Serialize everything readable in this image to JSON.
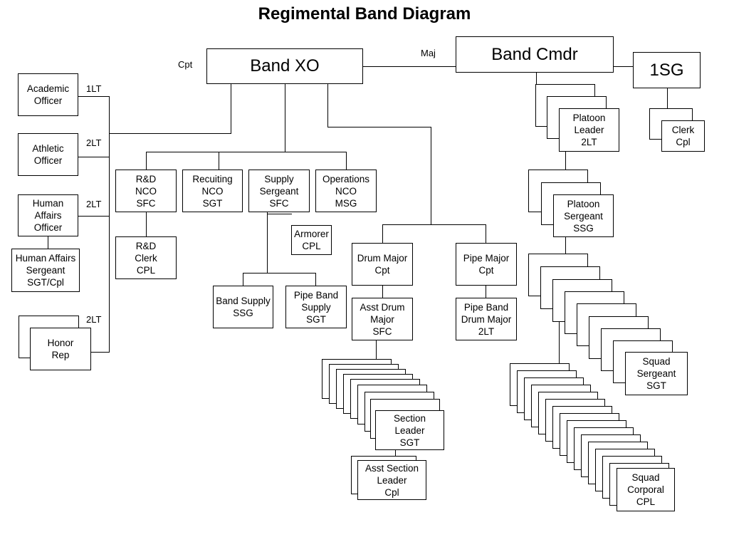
{
  "title": "Regimental Band Diagram",
  "nodes": {
    "band_cmdr": "Band Cmdr",
    "band_xo": "Band XO",
    "first_sg": "1SG",
    "clerk": "Clerk\nCpl",
    "academic_officer": "Academic\nOfficer",
    "athletic_officer": "Athletic\nOfficer",
    "human_affairs_officer": "Human\nAffairs\nOfficer",
    "human_affairs_sergeant": "Human Affairs\nSergeant\nSGT/Cpl",
    "honor_rep": "Honor\nRep",
    "rd_nco": "R&D\nNCO\nSFC",
    "rd_clerk": "R&D\nClerk\nCPL",
    "recruiting_nco": "Recuiting\nNCO\nSGT",
    "supply_sergeant": "Supply\nSergeant\nSFC",
    "operations_nco": "Operations\nNCO\nMSG",
    "armorer": "Armorer\nCPL",
    "band_supply": "Band Supply\nSSG",
    "pipe_band_supply": "Pipe Band\nSupply\nSGT",
    "drum_major": "Drum Major\nCpt",
    "asst_drum_major": "Asst Drum\nMajor\nSFC",
    "pipe_major": "Pipe Major\nCpt",
    "pipe_band_drum_major": "Pipe Band\nDrum Major\n2LT",
    "section_leader": "Section\nLeader\nSGT",
    "asst_section_leader": "Asst Section\nLeader\nCpl",
    "platoon_leader": "Platoon\nLeader\n2LT",
    "platoon_sergeant": "Platoon\nSergeant\nSSG",
    "squad_sergeant": "Squad\nSergeant\nSGT",
    "squad_corporal": "Squad\nCorporal\nCPL"
  },
  "rank_labels": {
    "maj": "Maj",
    "cpt": "Cpt",
    "academic": "1LT",
    "athletic": "2LT",
    "human_affairs": "2LT",
    "honor": "2LT"
  }
}
